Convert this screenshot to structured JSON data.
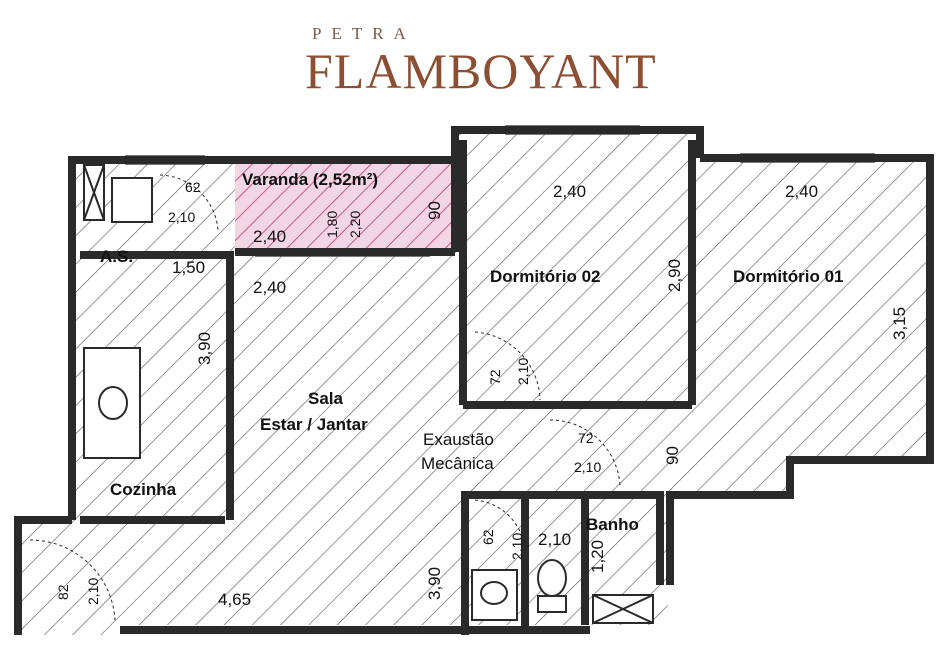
{
  "brand": {
    "small": "PETRA",
    "big": "FLAMBOYANT"
  },
  "rooms": {
    "varanda": "Varanda (2,52m²)",
    "as": "A.S.",
    "dorm02": "Dormitório 02",
    "dorm01": "Dormitório 01",
    "sala1": "Sala",
    "sala2": "Estar / Jantar",
    "cozinha": "Cozinha",
    "banho": "Banho",
    "exaustao1": "Exaustão",
    "exaustao2": "Mecânica"
  },
  "dims": {
    "as_door_w": "62",
    "as_door_h": "2,10",
    "varanda_w": "2,40",
    "varanda_d1": "1,80",
    "varanda_d2": "2,20",
    "varanda_90": "90",
    "as_150": "1,50",
    "sala_240": "2,40",
    "sala_390": "3,90",
    "d02_w": "2,40",
    "d02_h": "2,90",
    "d02_door_w": "72",
    "d02_door_h": "2,10",
    "d01_w": "2,40",
    "d01_h": "3,15",
    "corr_90": "90",
    "corr_door_w": "72",
    "corr_door_h": "2,10",
    "bath_door_w": "62",
    "bath_door_h": "2,10",
    "bath_210": "2,10",
    "bath_120": "1,20",
    "sala_465": "4,65",
    "sala_390b": "3,90",
    "entry_w": "82",
    "entry_h": "2,10"
  },
  "colors": {
    "brand": "#8c4f34",
    "varanda_hatch": "#c0357a",
    "hatch": "#4a4a4a",
    "wall": "#2a2a2a"
  }
}
